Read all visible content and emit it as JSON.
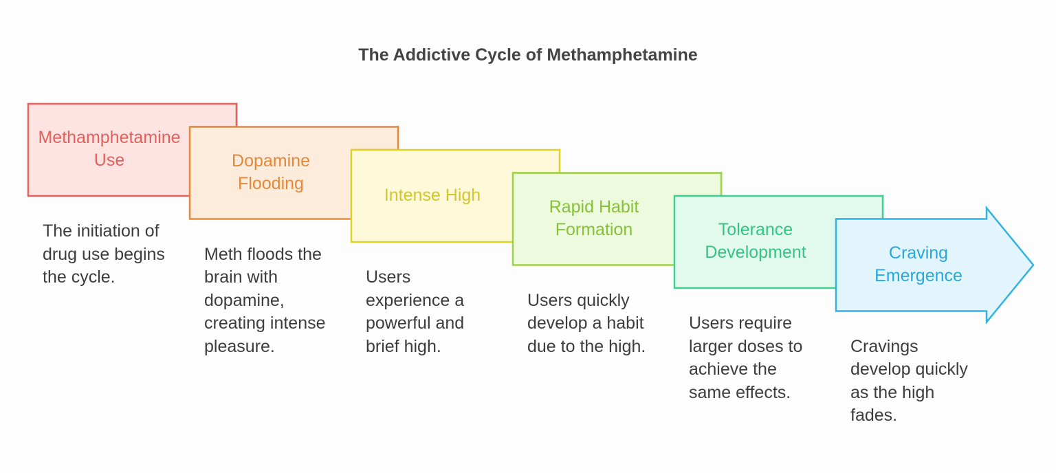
{
  "title": "The Addictive Cycle of Methamphetamine",
  "steps": [
    {
      "label": "Methamphetamine\nUse",
      "description": "The initiation of\ndrug use begins\nthe cycle.",
      "stroke": "#e0625a",
      "fill": "#fde4e3",
      "text_color": "#e0625a"
    },
    {
      "label": "Dopamine\nFlooding",
      "description": "Meth floods the\nbrain with\ndopamine,\ncreating intense\npleasure.",
      "stroke": "#e38a3a",
      "fill": "#fdebdc",
      "text_color": "#e38a3a"
    },
    {
      "label": "Intense High",
      "description": "Users\nexperience a\npowerful and\nbrief high.",
      "stroke": "#dcd32a",
      "fill": "#fdf9d9",
      "text_color": "#d3c52a"
    },
    {
      "label": "Rapid Habit\nFormation",
      "description": "Users quickly\ndevelop a habit\ndue to the high.",
      "stroke": "#9bd14a",
      "fill": "#eefadd",
      "text_color": "#86c13a"
    },
    {
      "label": "Tolerance\nDevelopment",
      "description": "Users require\nlarger doses to\nachieve the\nsame effects.",
      "stroke": "#3fcf8e",
      "fill": "#e2f9ee",
      "text_color": "#34c483"
    },
    {
      "label": "Craving\nEmergence",
      "description": "Cravings\ndevelop quickly\nas the high\nfades.",
      "stroke": "#2fb3e0",
      "fill": "#e3f5fc",
      "text_color": "#27a8da"
    }
  ]
}
